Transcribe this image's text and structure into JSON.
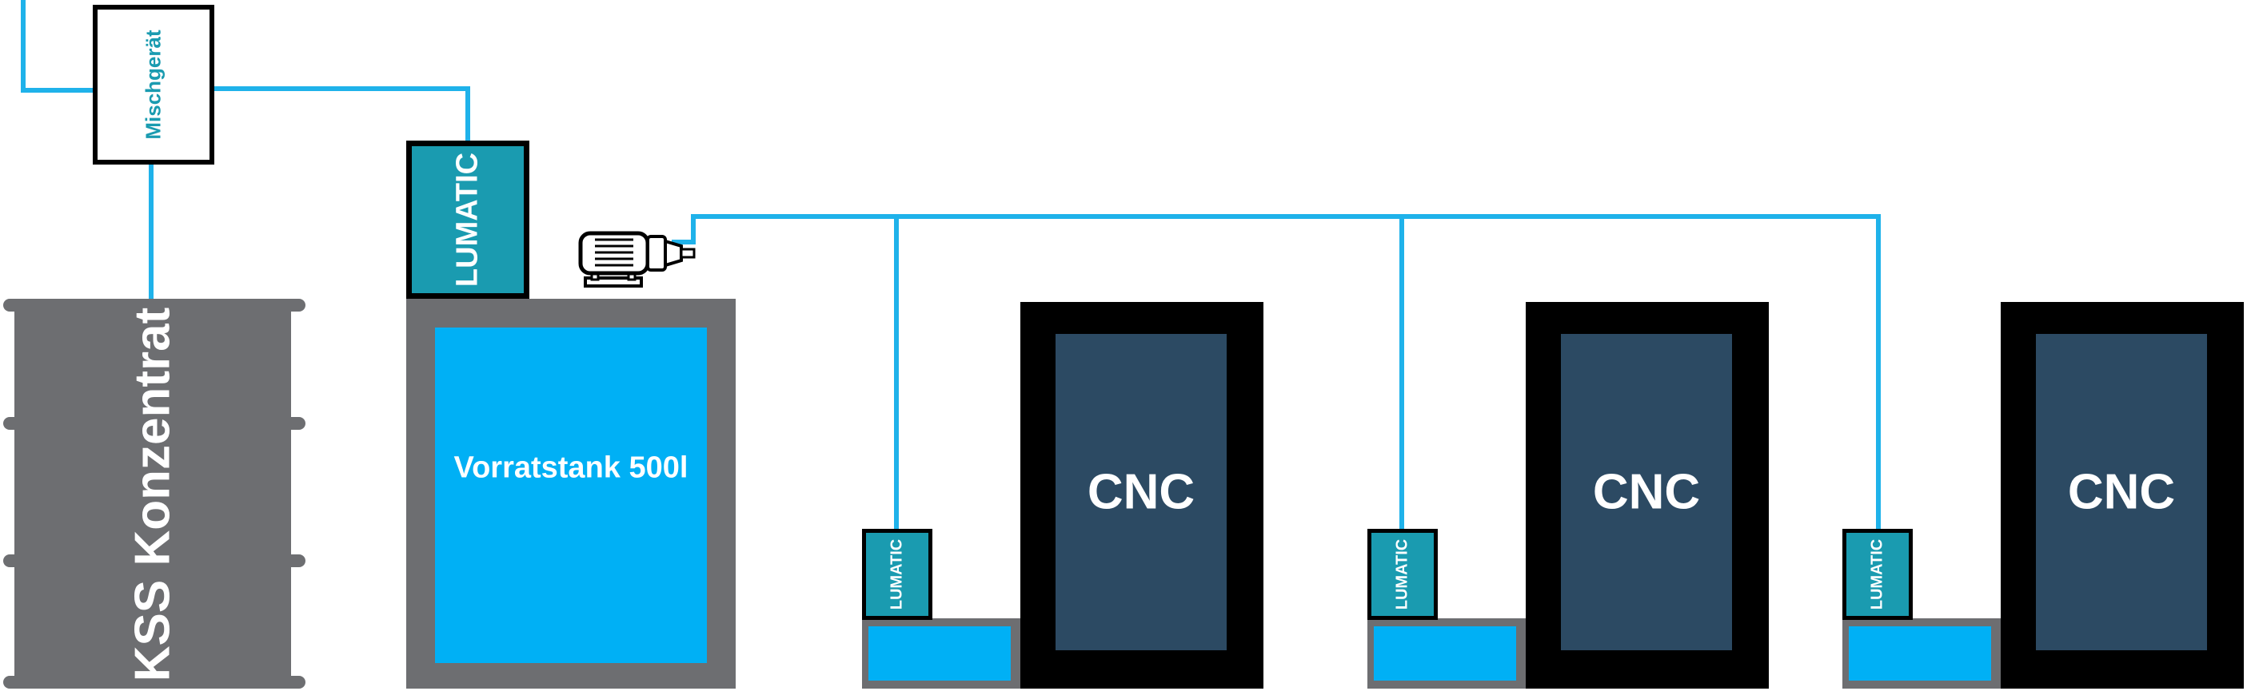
{
  "concentrate": {
    "label": "KSS Konzentrat"
  },
  "mixer": {
    "label": "Mischgerät"
  },
  "tank": {
    "lumatic_label": "LUMATIC",
    "label": "Vorratstank 500l"
  },
  "machines": [
    {
      "cnc_label": "CNC",
      "lumatic_label": "LUMATIC"
    },
    {
      "cnc_label": "CNC",
      "lumatic_label": "LUMATIC"
    },
    {
      "cnc_label": "CNC",
      "lumatic_label": "LUMATIC"
    }
  ],
  "colors": {
    "pipe": "#1fb2ea",
    "drum": "#6d6e71",
    "lumatic": "#1a9bb0",
    "fluid": "#00b0f5",
    "cnc_screen": "#2c4a63"
  },
  "icons": {
    "pump": "pump-motor-icon"
  }
}
